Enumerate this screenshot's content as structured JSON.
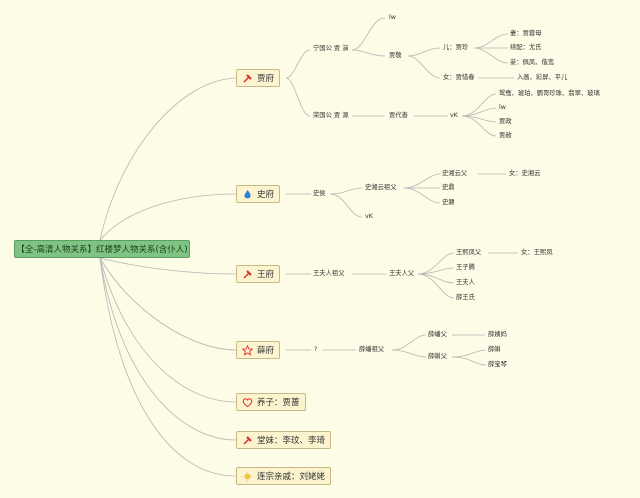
{
  "root": {
    "label": "【全-高清人物关系】红楼梦人物关系(含仆人)"
  },
  "branches": [
    {
      "label": "贾府",
      "icon": "hammer-icon"
    },
    {
      "label": "史府",
      "icon": "flame-icon"
    },
    {
      "label": "王府",
      "icon": "hammer-icon"
    },
    {
      "label": "薛府",
      "icon": "star-icon"
    },
    {
      "label": "养子：贾蔷",
      "icon": "heart-icon"
    },
    {
      "label": "堂妹：李玟、李琦",
      "icon": "hammer-icon"
    },
    {
      "label": "连宗亲戚：刘姥姥",
      "icon": "sun-icon"
    }
  ],
  "nodes": {
    "ningguo": "宁国公 贾 演",
    "rongguo": "荣国公 贾 源",
    "jia_lw1": "lw",
    "jiajing": "贾敬",
    "er_jiazhen": "儿：贾珍",
    "qi_youshi": "妻：贾蓉母",
    "xupei": "续配：尤氏",
    "qie": "妾：佩凤、偕鸾",
    "nv_xichun": "女：贾惜春",
    "rusha": "入画、彩屏、平儿",
    "daishan": "贾代善",
    "vk1": "vK",
    "yuanyang": "鸳鸯、琥珀、鹦哥珍珠、翡翠、玻璃",
    "jia_lw2": "lw",
    "jiazheng": "贾政",
    "jiashe": "贾赦",
    "shibao": "史侯",
    "shi_zufu": "史湘云祖父",
    "vk2": "vK",
    "shi_fu": "史湘云父",
    "nv_xiangyun": "女：史湘云",
    "shiding": "史鼎",
    "shinai": "史鼐",
    "wang_zufu": "王夫人祖父",
    "wang_fu": "王夫人父",
    "wangxifeng_fu": "王熙凤父",
    "nv_xifeng": "女：王熙凤",
    "wangziteng": "王子腾",
    "wangfuren": "王夫人",
    "xuewangshi": "薛王氏",
    "question": "?",
    "xue_zufu": "薛蟠祖父",
    "xuepan_fu": "薛蟠父",
    "xueke_fu": "薛蝌父",
    "xueyima": "薛姨妈",
    "xueke": "薛蝌",
    "xuebaoqin": "薛宝琴"
  },
  "colors": {
    "line": "#b5b5b5",
    "root_bg": "#7fc484",
    "branch_bg": "#fbf4cf",
    "branch_border": "#c7b88a",
    "icon_red": "#d9342b",
    "icon_blue": "#2f7fd8",
    "icon_yellow": "#f2c43a"
  }
}
